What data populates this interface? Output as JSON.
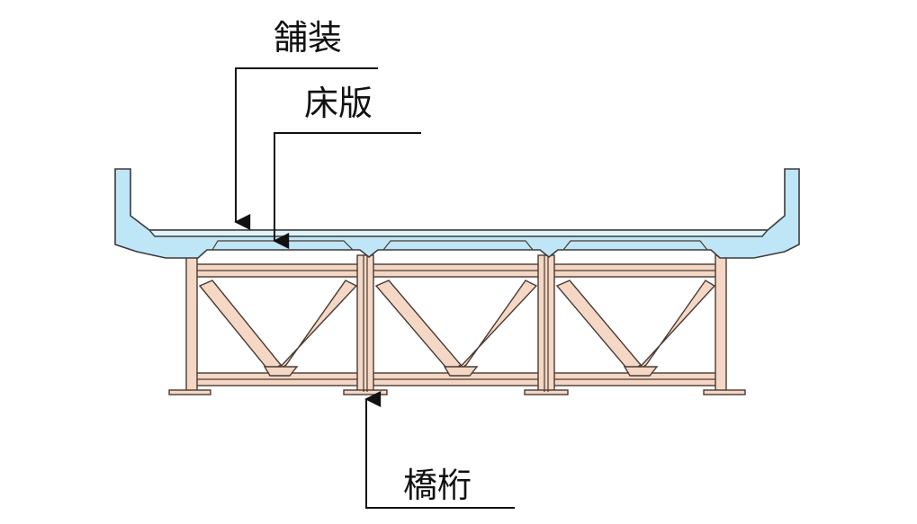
{
  "labels": {
    "paving": "舗装",
    "floor_slab": "床版",
    "girder": "橋桁"
  },
  "colors": {
    "deck": "#bfe6f6",
    "steel": "#f4d7c4",
    "line": "#111111"
  }
}
